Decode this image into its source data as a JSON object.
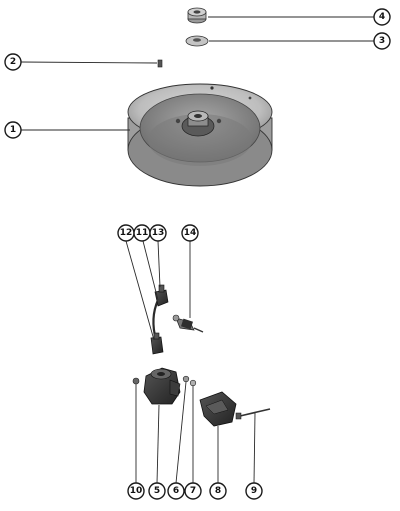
{
  "callouts": [
    {
      "id": "1",
      "label": "1"
    },
    {
      "id": "2",
      "label": "2"
    },
    {
      "id": "3",
      "label": "3"
    },
    {
      "id": "4",
      "label": "4"
    },
    {
      "id": "5",
      "label": "5"
    },
    {
      "id": "6",
      "label": "6"
    },
    {
      "id": "7",
      "label": "7"
    },
    {
      "id": "8",
      "label": "8"
    },
    {
      "id": "9",
      "label": "9"
    },
    {
      "id": "10",
      "label": "10"
    },
    {
      "id": "11",
      "label": "11"
    },
    {
      "id": "12",
      "label": "12"
    },
    {
      "id": "13",
      "label": "13"
    },
    {
      "id": "14",
      "label": "14"
    }
  ],
  "colors": {
    "ink": "#1a1a1a",
    "metal_dark": "#3a3a3a",
    "metal_mid": "#8a8a8a",
    "metal_light": "#cfcfcf",
    "background": "#ffffff"
  }
}
